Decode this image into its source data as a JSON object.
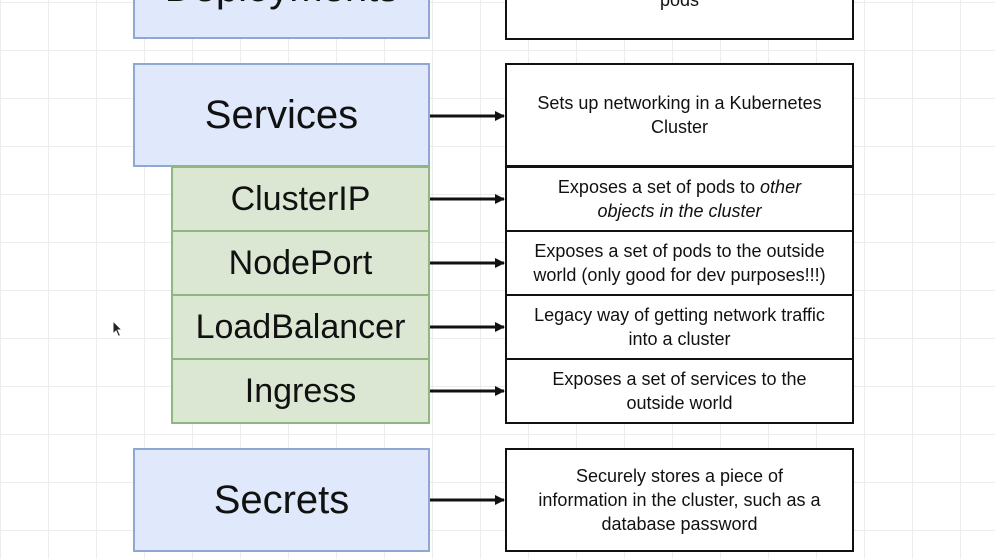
{
  "categories": {
    "deployments": "Deployments",
    "services": "Services",
    "clusterip": "ClusterIP",
    "nodeport": "NodePort",
    "loadbalancer": "LoadBalancer",
    "ingress": "Ingress",
    "secrets": "Secrets"
  },
  "descriptions": {
    "deployments_tail": "pods",
    "services": [
      "Sets up networking in a Kubernetes",
      "Cluster"
    ],
    "clusterip": {
      "line1_plain": "Exposes a set of pods to ",
      "line1_italic": "other",
      "line2_italic": "objects in the cluster"
    },
    "nodeport": [
      "Exposes a set of pods to the outside",
      "world (only good for dev purposes!!!)"
    ],
    "loadbalancer": [
      "Legacy way of getting network traffic",
      "into a cluster"
    ],
    "ingress": [
      "Exposes a set of services to the",
      "outside world"
    ],
    "secrets": [
      "Securely stores a piece of",
      "information in the cluster, such as a",
      "database password"
    ]
  },
  "colors": {
    "category_fill": "#dfe9fb",
    "category_border": "#8ea8d3",
    "service_type_fill": "#dbe7d3",
    "service_type_border": "#8fb881",
    "description_border": "#111111"
  }
}
